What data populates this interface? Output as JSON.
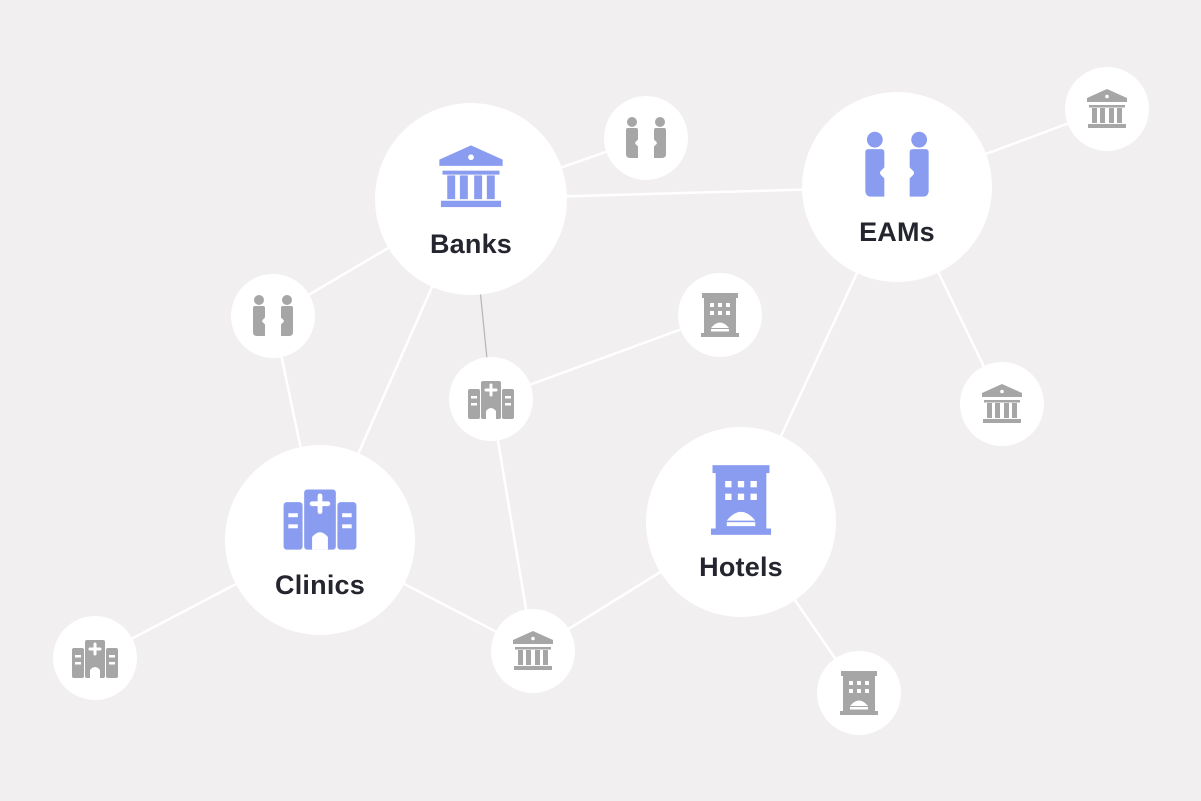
{
  "colors": {
    "background": "#f1eff0",
    "node_fill": "#ffffff",
    "primary_icon": "#8a9cf0",
    "secondary_icon": "#a6a6a6",
    "link": "#ffffff",
    "link_dark": "#b5b5b5",
    "label": "#24252e"
  },
  "diagram": {
    "hubs": [
      {
        "id": "banks",
        "label": "Banks",
        "icon": "bank-icon"
      },
      {
        "id": "eams",
        "label": "EAMs",
        "icon": "people-exchange-icon"
      },
      {
        "id": "clinics",
        "label": "Clinics",
        "icon": "hospital-icon"
      },
      {
        "id": "hotels",
        "label": "Hotels",
        "icon": "hotel-icon"
      }
    ],
    "satellites": [
      {
        "id": "exchange-top",
        "icon": "people-exchange-icon"
      },
      {
        "id": "bank-top-right",
        "icon": "bank-icon"
      },
      {
        "id": "exchange-left",
        "icon": "people-exchange-icon"
      },
      {
        "id": "hotel-mid",
        "icon": "hotel-icon"
      },
      {
        "id": "hospital-center",
        "icon": "hospital-icon"
      },
      {
        "id": "bank-right",
        "icon": "bank-icon"
      },
      {
        "id": "hospital-left",
        "icon": "hospital-icon"
      },
      {
        "id": "bank-bottom",
        "icon": "bank-icon"
      },
      {
        "id": "hotel-bottom",
        "icon": "hotel-icon"
      }
    ],
    "links": [
      [
        "banks",
        "exchange-top"
      ],
      [
        "banks",
        "eams"
      ],
      [
        "eams",
        "bank-top-right"
      ],
      [
        "banks",
        "exchange-left"
      ],
      [
        "banks",
        "clinics"
      ],
      [
        "banks",
        "hospital-center"
      ],
      [
        "exchange-left",
        "clinics"
      ],
      [
        "hospital-center",
        "hotel-mid"
      ],
      [
        "hospital-center",
        "bank-bottom"
      ],
      [
        "clinics",
        "hospital-left"
      ],
      [
        "clinics",
        "bank-bottom"
      ],
      [
        "bank-bottom",
        "hotels"
      ],
      [
        "eams",
        "hotels"
      ],
      [
        "eams",
        "bank-right"
      ],
      [
        "hotels",
        "hotel-bottom"
      ]
    ]
  }
}
